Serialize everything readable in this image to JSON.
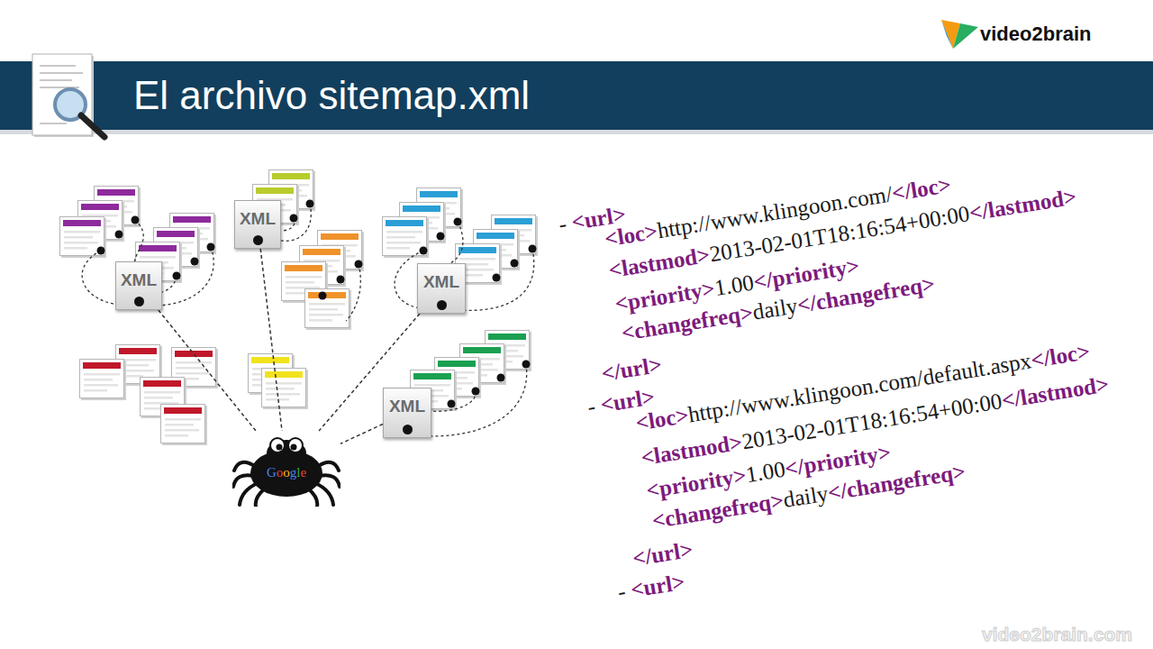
{
  "diagram": {
    "title": "El archivo sitemap.xml",
    "nodes": [
      {
        "text": [
          "XML"
        ]
      },
      {
        "text": [
          "XML"
        ]
      },
      {
        "text": [
          "XML"
        ]
      },
      {
        "text": [
          "XML"
        ]
      },
      {
        "text": [
          "Google"
        ]
      }
    ],
    "edges": [
      {
        "from": 0,
        "to": 4,
        "arrow": "none"
      },
      {
        "from": 1,
        "to": 4,
        "arrow": "none"
      },
      {
        "from": 2,
        "to": 4,
        "arrow": "none"
      },
      {
        "from": 3,
        "to": 4,
        "arrow": "none"
      }
    ],
    "labels": [
      "video2brain",
      "- <url>",
      "<loc>http://www.klingoon.com/</loc>",
      "<lastmod>2013-02-01T18:16:54+00:00</lastmod>",
      "<priority>1.00</priority>",
      "<changefreq>daily</changefreq>",
      "</url>",
      "- <url>",
      "<loc>http://www.klingoon.com/default.aspx</loc>",
      "<lastmod>2013-02-01T18:16:54+00:00</lastmod>",
      "<priority>1.00</priority>",
      "<changefreq>daily</changefreq>",
      "</url>",
      "- <url>",
      "video2brain.com"
    ]
  }
}
